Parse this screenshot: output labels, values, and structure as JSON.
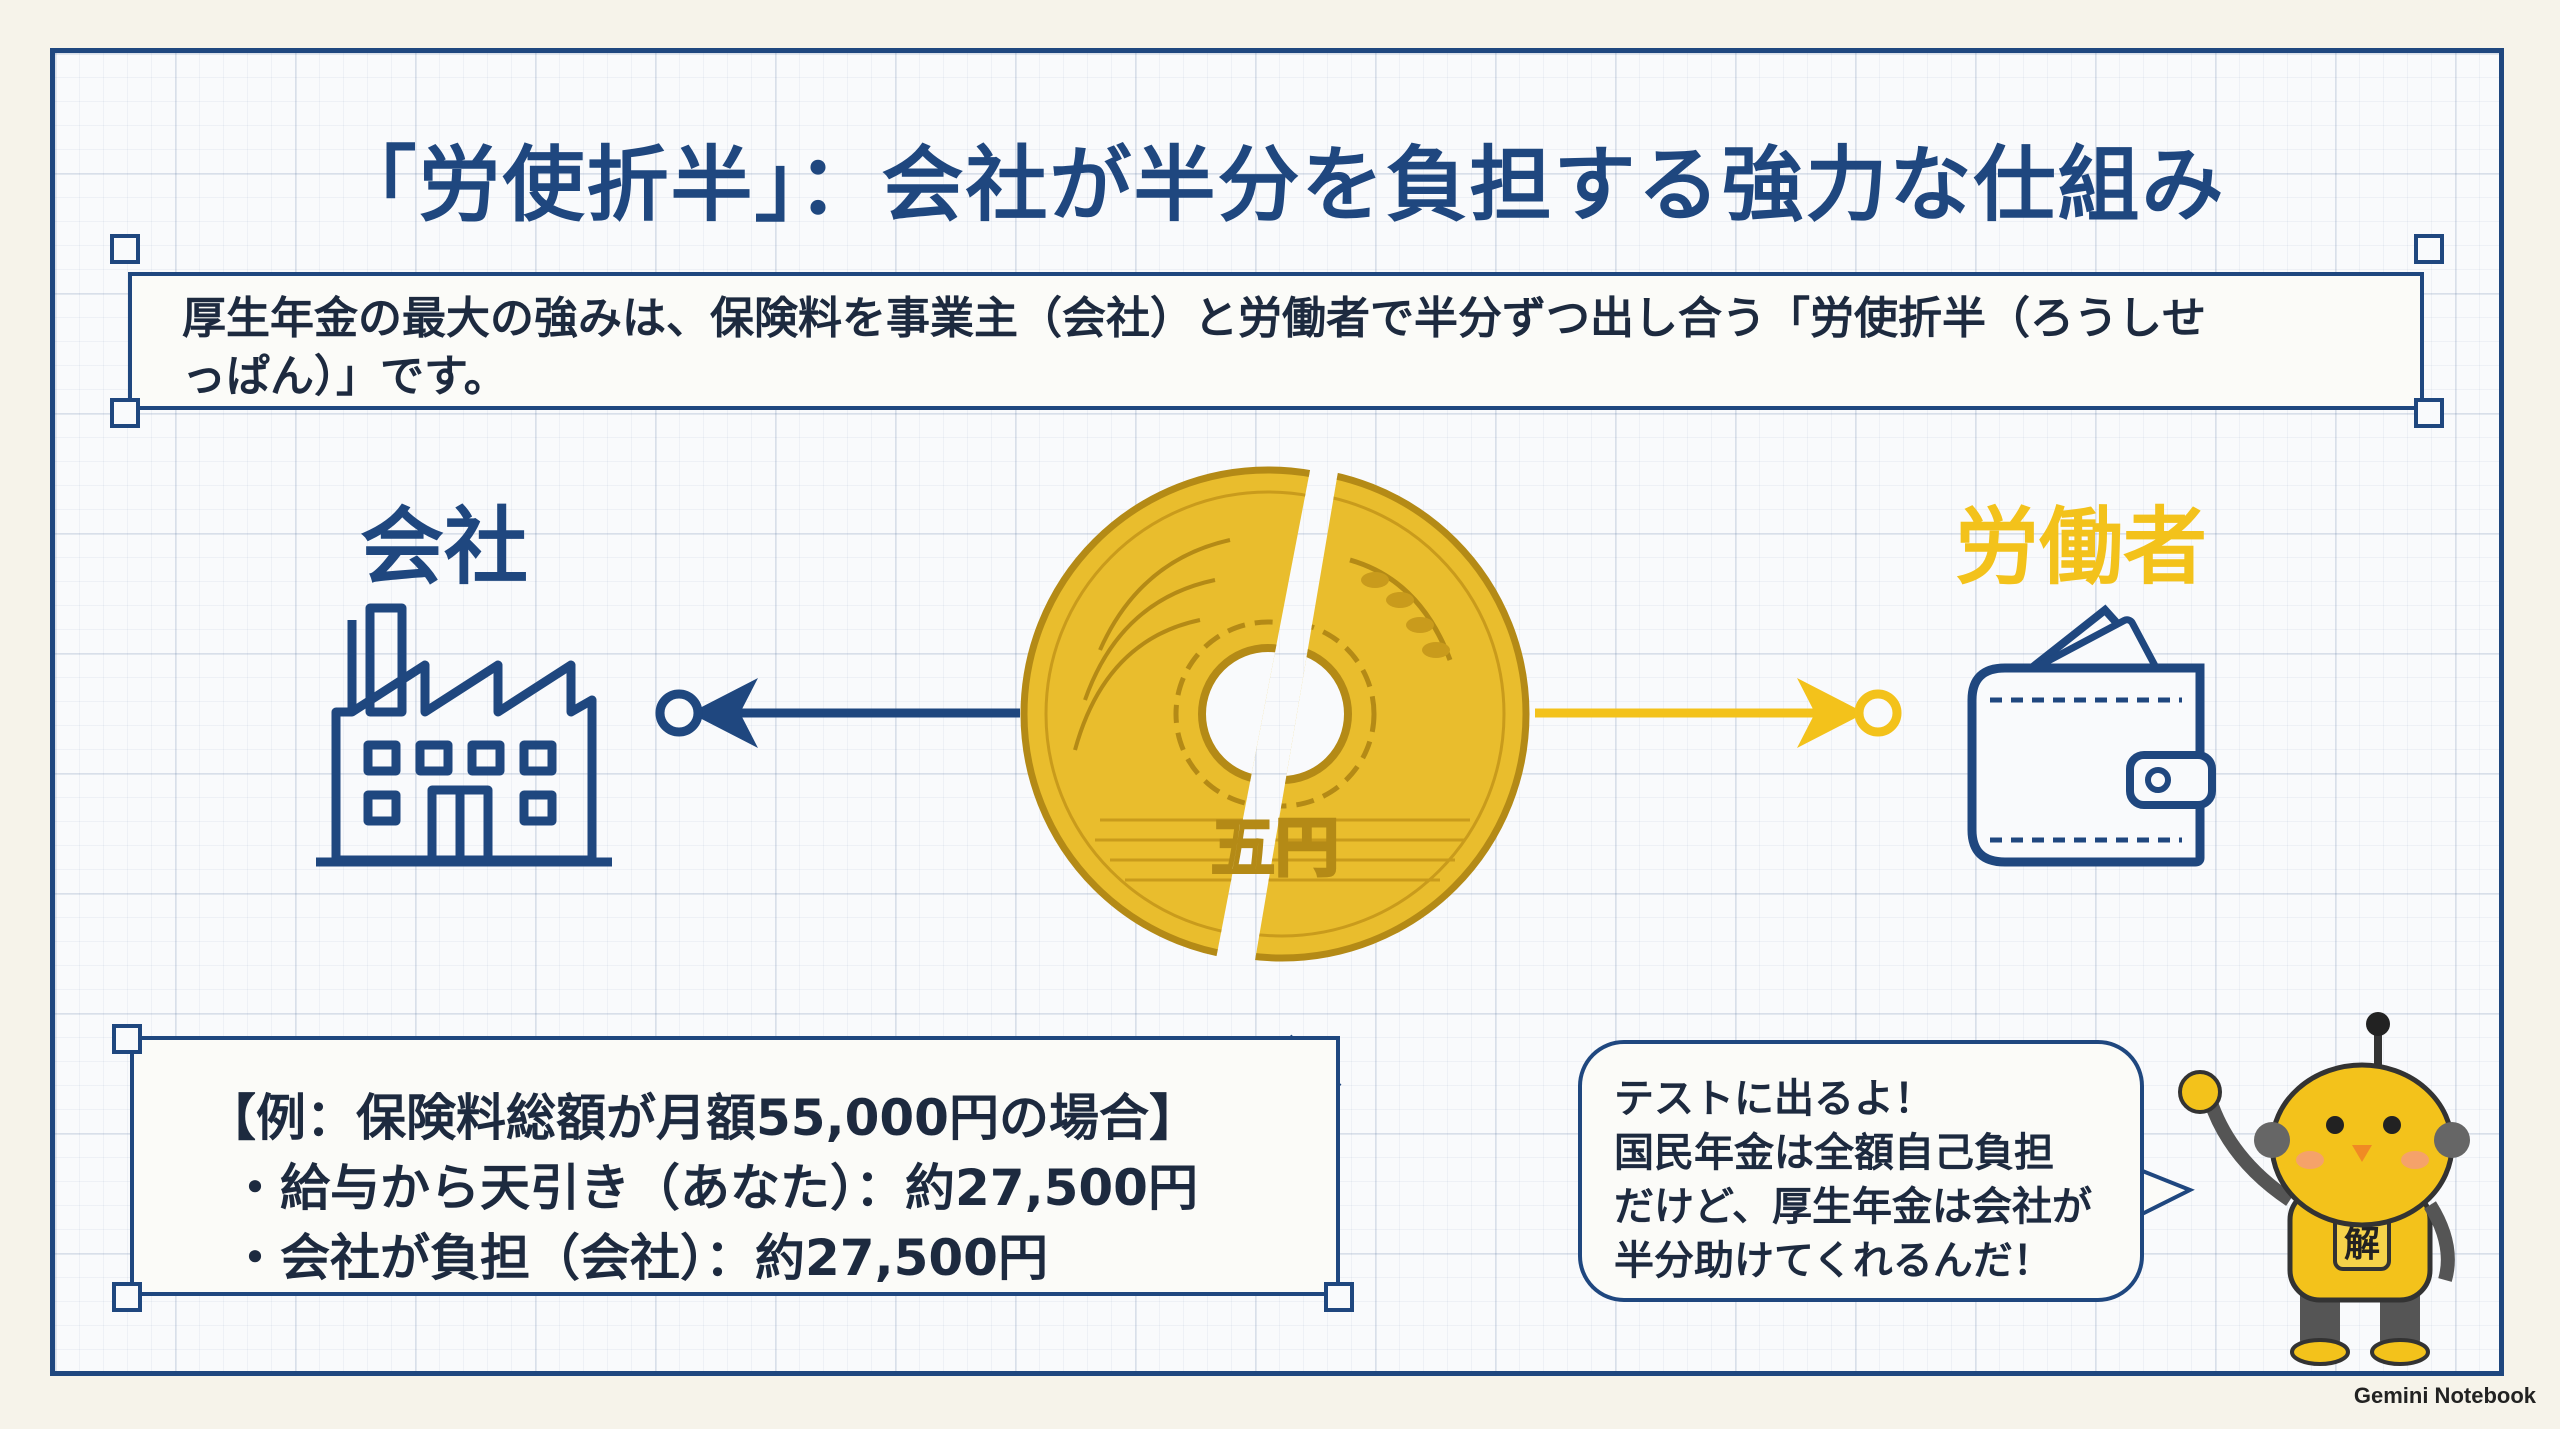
{
  "title": "「労使折半」：会社が半分を負担する強力な仕組み",
  "intro": {
    "line1": "厚生年金の最大の強みは、保険料を事業主（会社）と労働者で半分ずつ出し合う「労使折半（ろうしせ",
    "line2": "っぱん）」です。"
  },
  "company_label": "会社",
  "worker_label": "労働者",
  "coin": {
    "inscription": "五円"
  },
  "example": {
    "title": "【例：保険料総額が月額55,000円の場合】",
    "items": [
      "・給与から天引き（あなた）：約27,500円",
      "・会社が負担（会社）：約27,500円"
    ]
  },
  "bubble": {
    "lines": [
      "テストに出るよ！",
      "国民年金は全額自己負担",
      "だけど、厚生年金は会社が",
      "半分助けてくれるんだ！"
    ]
  },
  "mascot": {
    "badge": "解"
  },
  "logo": "Gemini Notebook",
  "colors": {
    "navy": "#1f477f",
    "gold": "#f3c21b",
    "coin": "#e9bd2d",
    "background": "#f6f3ea"
  }
}
